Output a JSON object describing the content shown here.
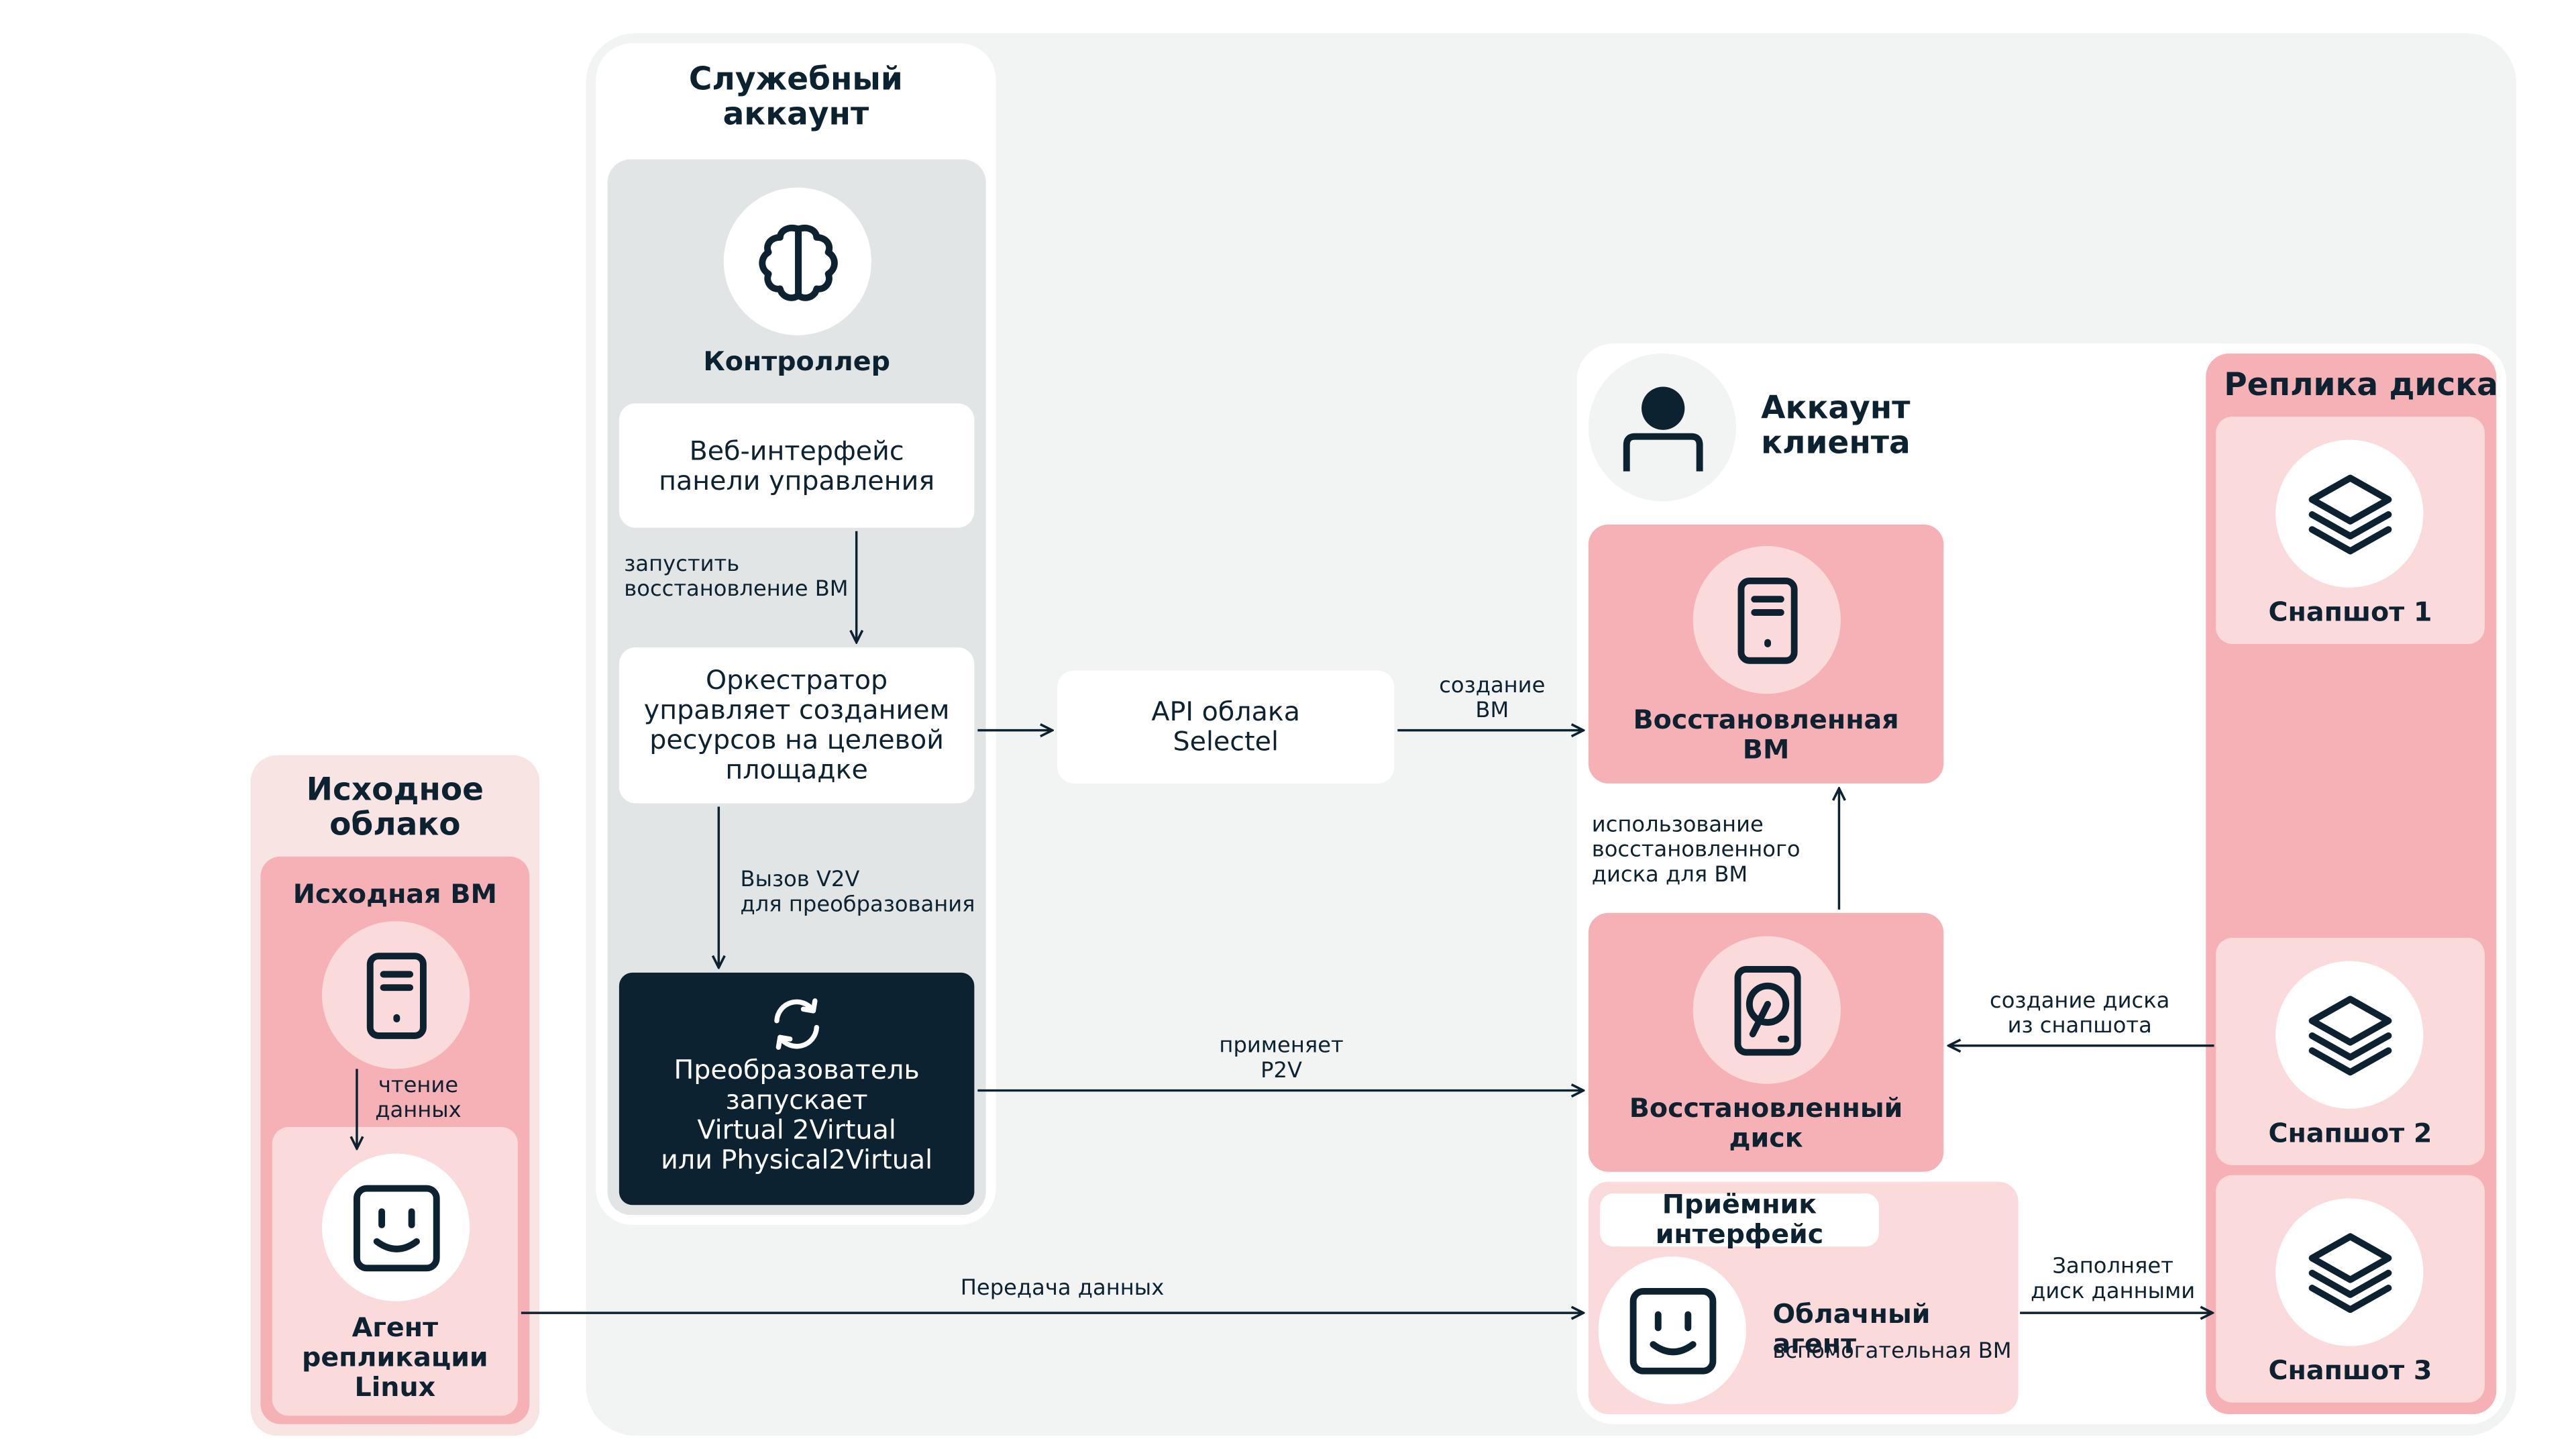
{
  "service_account": {
    "title": "Служебный\nаккаунт",
    "controller_label": "Контроллер",
    "web_panel": "Веб-интерфейс\nпанели управления",
    "orchestrator": "Оркестратор\nуправляет созданием\nресурсов на целевой\nплощадке",
    "converter": "Преобразователь\nзапускает\nVirtual 2Virtual\nили Physical2Virtual"
  },
  "source_cloud": {
    "title": "Исходное\nоблако",
    "source_vm_label": "Исходная ВМ",
    "agent_label": "Агент\nрепликации\nLinux"
  },
  "api": {
    "label": "API облака\nSelectel"
  },
  "client_account": {
    "title": "Аккаунт\nклиента",
    "restored_vm": "Восстановленная\nВМ",
    "restored_disk": "Восстановленный\nдиск",
    "receiver_interface": "Приёмник интерфейс",
    "cloud_agent": "Облачный агент",
    "cloud_agent_sub": "вспомогательная ВМ"
  },
  "disk_replica": {
    "title": "Реплика диска",
    "snapshots": [
      "Снапшот 1",
      "Снапшот 2",
      "Снапшот 3"
    ]
  },
  "edges": {
    "start_restore": "запустить\nвосстановление ВМ",
    "v2v_call": "Вызов V2V\nдля преобразования",
    "create_vm": "создание\nВМ",
    "applies_p2v": "применяет\nP2V",
    "use_disk": "использование\nвосстановленного\nдиска для ВМ",
    "disk_from_snapshot": "создание диска\nиз снапшота",
    "read_data": "чтение\nданных",
    "data_transfer": "Передача данных",
    "fill_disk": "Заполняет\nдиск данными"
  },
  "colors": {
    "panel_grey": "#f2f3f3",
    "inner_grey": "#e2e5e6",
    "pink_dark": "#f5b1b5",
    "pink_light": "#fbdadc",
    "pink_pale": "#f8e4e3",
    "navy": "#0c2230"
  }
}
